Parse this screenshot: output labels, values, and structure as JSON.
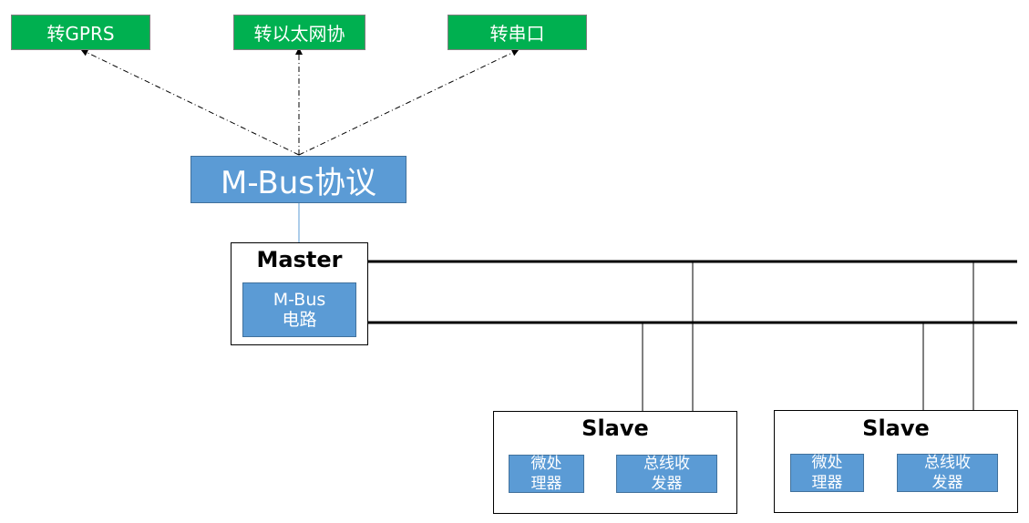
{
  "targets": {
    "gprs": "转GPRS",
    "ethernet": "转以太网协",
    "serial": "转串口"
  },
  "protocol": {
    "label": "M-Bus协议"
  },
  "master": {
    "title": "Master",
    "circuit_line1": "M-Bus",
    "circuit_line2": "电路"
  },
  "slaves": [
    {
      "title": "Slave",
      "mcu_line1": "微处",
      "mcu_line2": "理器",
      "transceiver_line1": "总线收",
      "transceiver_line2": "发器"
    },
    {
      "title": "Slave",
      "mcu_line1": "微处",
      "mcu_line2": "理器",
      "transceiver_line1": "总线收",
      "transceiver_line2": "发器"
    }
  ],
  "colors": {
    "target_fill": "#00b050",
    "block_fill": "#5b9bd5",
    "line": "#000000"
  }
}
